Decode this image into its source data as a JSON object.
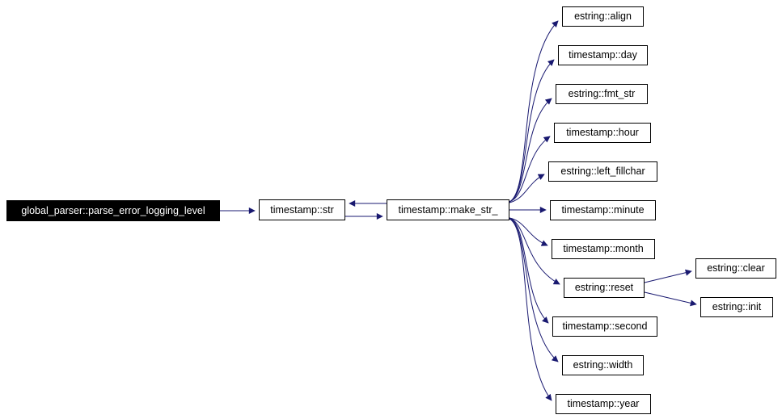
{
  "graph": {
    "type": "call-graph",
    "edge_color": "#191970",
    "node_border_color": "#000000",
    "root_fill": "#000000",
    "root_text_color": "#ffffff",
    "nodes": [
      {
        "id": "root",
        "label": "global_parser::parse_error_logging_level",
        "variant": "highlight"
      },
      {
        "id": "str",
        "label": "timestamp::str"
      },
      {
        "id": "make_str",
        "label": "timestamp::make_str_"
      },
      {
        "id": "align",
        "label": "estring::align"
      },
      {
        "id": "day",
        "label": "timestamp::day"
      },
      {
        "id": "fmt_str",
        "label": "estring::fmt_str"
      },
      {
        "id": "hour",
        "label": "timestamp::hour"
      },
      {
        "id": "left_fillchar",
        "label": "estring::left_fillchar"
      },
      {
        "id": "minute",
        "label": "timestamp::minute"
      },
      {
        "id": "month",
        "label": "timestamp::month"
      },
      {
        "id": "reset",
        "label": "estring::reset"
      },
      {
        "id": "second",
        "label": "timestamp::second"
      },
      {
        "id": "width",
        "label": "estring::width"
      },
      {
        "id": "year",
        "label": "timestamp::year"
      },
      {
        "id": "clear",
        "label": "estring::clear"
      },
      {
        "id": "init",
        "label": "estring::init"
      }
    ],
    "edges": [
      {
        "from": "global_parser::parse_error_logging_level",
        "to": "timestamp::str"
      },
      {
        "from": "timestamp::str",
        "to": "timestamp::make_str_"
      },
      {
        "from": "timestamp::make_str_",
        "to": "timestamp::str"
      },
      {
        "from": "timestamp::make_str_",
        "to": "estring::align"
      },
      {
        "from": "timestamp::make_str_",
        "to": "timestamp::day"
      },
      {
        "from": "timestamp::make_str_",
        "to": "estring::fmt_str"
      },
      {
        "from": "timestamp::make_str_",
        "to": "timestamp::hour"
      },
      {
        "from": "timestamp::make_str_",
        "to": "estring::left_fillchar"
      },
      {
        "from": "timestamp::make_str_",
        "to": "timestamp::minute"
      },
      {
        "from": "timestamp::make_str_",
        "to": "timestamp::month"
      },
      {
        "from": "timestamp::make_str_",
        "to": "estring::reset"
      },
      {
        "from": "timestamp::make_str_",
        "to": "timestamp::second"
      },
      {
        "from": "timestamp::make_str_",
        "to": "estring::width"
      },
      {
        "from": "timestamp::make_str_",
        "to": "timestamp::year"
      },
      {
        "from": "estring::reset",
        "to": "estring::clear"
      },
      {
        "from": "estring::reset",
        "to": "estring::init"
      }
    ]
  }
}
